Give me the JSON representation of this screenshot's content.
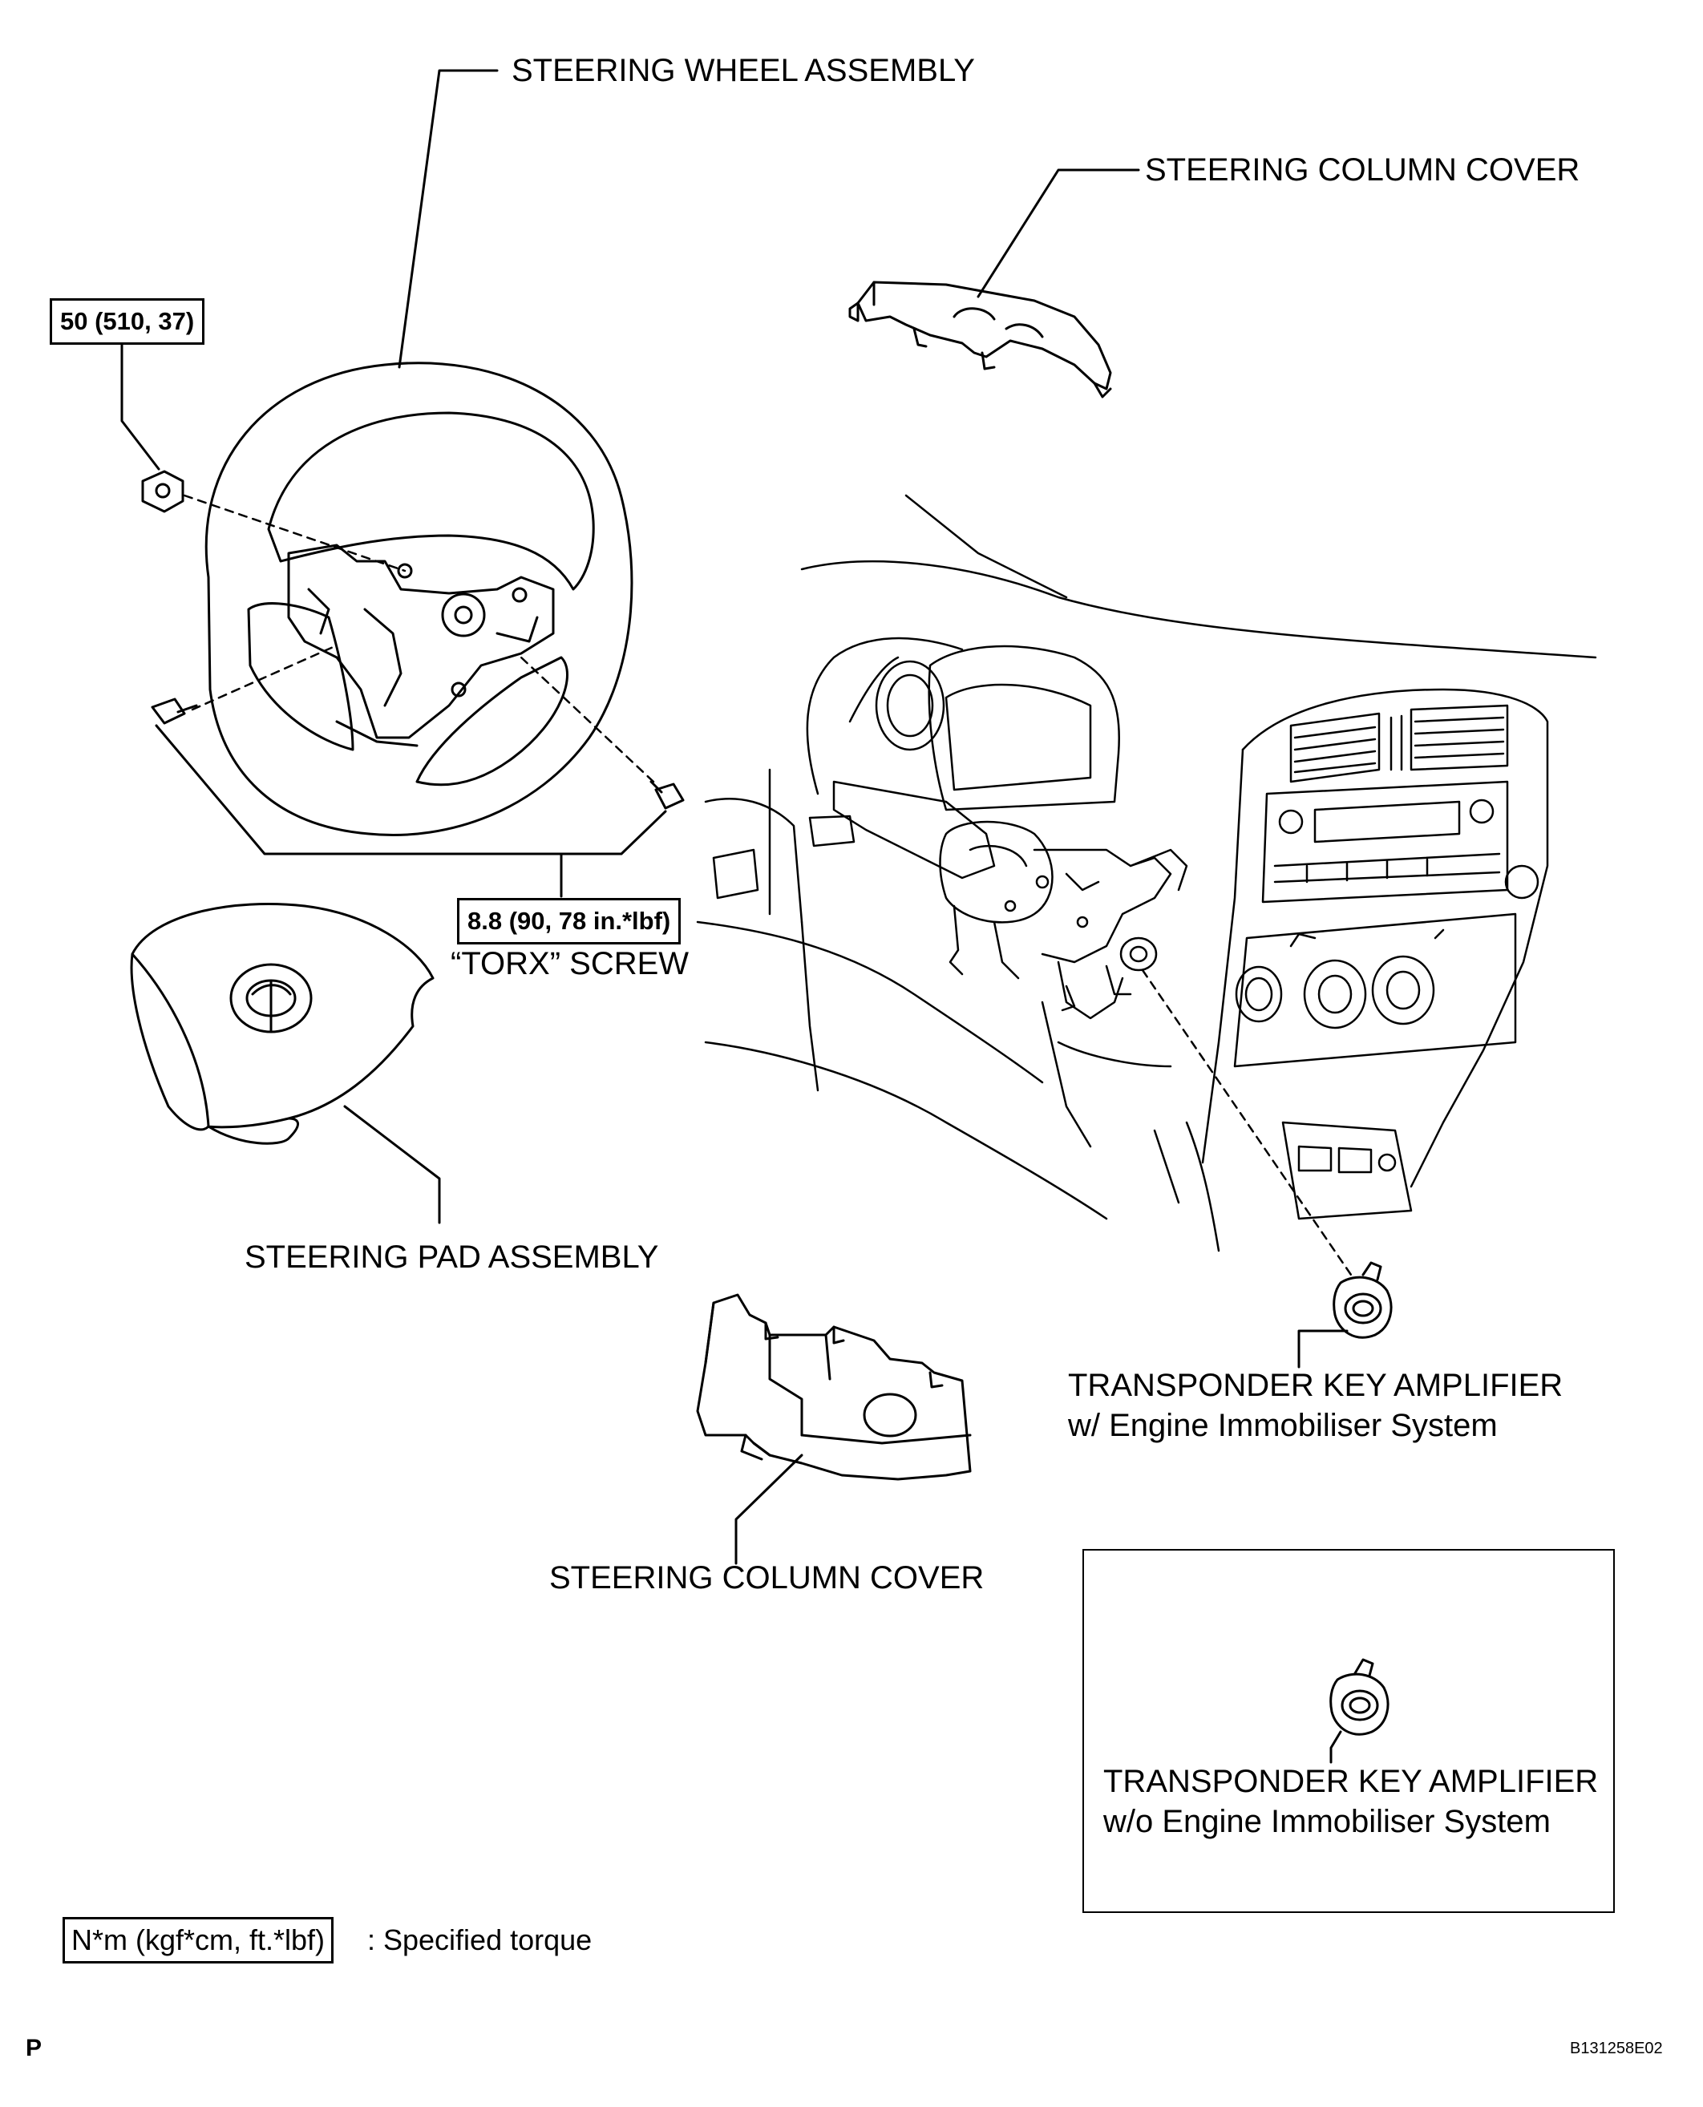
{
  "labels": {
    "steering_wheel_assembly": "STEERING WHEEL ASSEMBLY",
    "steering_column_cover_upper": "STEERING COLUMN COVER",
    "steering_column_cover_lower": "STEERING COLUMN COVER",
    "steering_pad_assembly": "STEERING PAD ASSEMBLY",
    "torx_screw": "“TORX” SCREW",
    "transponder_with_line1": "TRANSPONDER KEY AMPLIFIER",
    "transponder_with_line2": "w/ Engine Immobiliser System",
    "transponder_without_line1": "TRANSPONDER KEY AMPLIFIER",
    "transponder_without_line2": "w/o Engine Immobiliser System"
  },
  "torques": {
    "nut": "50 (510, 37)",
    "torx_screw": "8.8 (90, 78 in.*lbf)"
  },
  "legend": {
    "unit_box": "N*m (kgf*cm, ft.*lbf)",
    "description": ": Specified torque"
  },
  "footer": {
    "page_mark": "P",
    "figure_code": "B131258E02"
  }
}
